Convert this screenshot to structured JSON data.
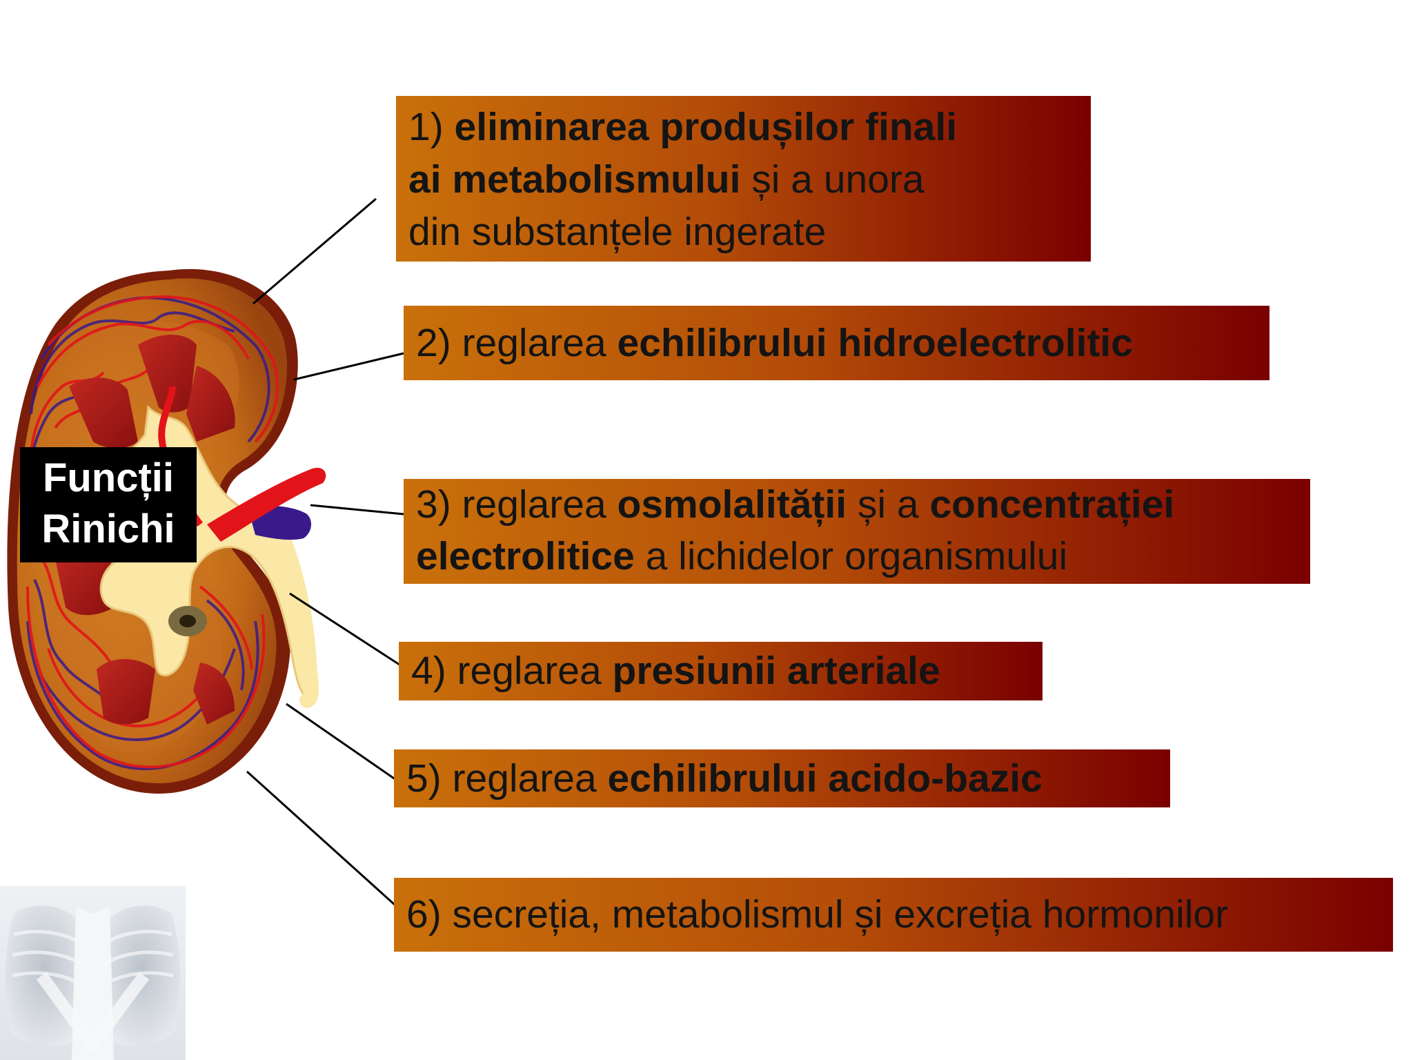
{
  "title": {
    "line1": "Funcții",
    "line2": "Rinichi"
  },
  "functions": [
    {
      "number": "1)",
      "bold1": "eliminarea produșilor finali",
      "bold2": "ai metabolismului",
      "rest2": " și a unora",
      "line3": "din substanțele ingerate"
    },
    {
      "number": "2)",
      "plain": " reglarea ",
      "bold": "echilibrului hidroelectrolitic"
    },
    {
      "number": "3)",
      "plain": " reglarea ",
      "bold1": "osmolalității",
      "mid": " și a ",
      "bold2": "concentrației",
      "bold3": "electrolitice",
      "rest": " a lichidelor organismului"
    },
    {
      "number": "4)",
      "plain": " reglarea ",
      "bold": "presiunii arteriale"
    },
    {
      "number": "5)",
      "plain": " reglarea ",
      "bold": "echilibrului acido-bazic"
    },
    {
      "number": "6)",
      "text": " secreția, metabolismul și excreția hormonilor"
    }
  ],
  "colors": {
    "box_start": "#c9700a",
    "box_end": "#7a0000",
    "kidney_cortex": "#b8601a",
    "kidney_capsule": "#7a1e0a",
    "pyramid": "#a8201a",
    "pelvis": "#fbe7a6",
    "artery": "#e2141a",
    "vein": "#3a1a8a",
    "title_bg": "#000000",
    "title_text": "#ffffff"
  },
  "icons": [
    "kidney-cross-section",
    "chest-xray-thumbnail"
  ]
}
